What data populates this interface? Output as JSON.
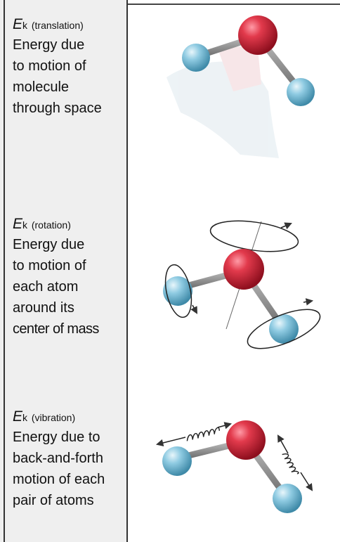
{
  "rows": [
    {
      "symbol": "E",
      "subscript": "k",
      "type": "(translation)",
      "lines": [
        "Energy due",
        "to motion of",
        "molecule",
        "through space"
      ]
    },
    {
      "symbol": "E",
      "subscript": "k",
      "type": "(rotation)",
      "lines": [
        "Energy due",
        "to motion of",
        "each atom",
        "around its",
        "center of mass"
      ]
    },
    {
      "symbol": "E",
      "subscript": "k",
      "type": "(vibration)",
      "lines": [
        "Energy due to",
        "back-and-forth",
        "motion of each",
        "pair of atoms"
      ]
    }
  ],
  "colors": {
    "oxygen": "#d2283a",
    "hydrogen": "#7ec3dd",
    "bond": "#8a8a8a",
    "panel": "#efefef"
  }
}
